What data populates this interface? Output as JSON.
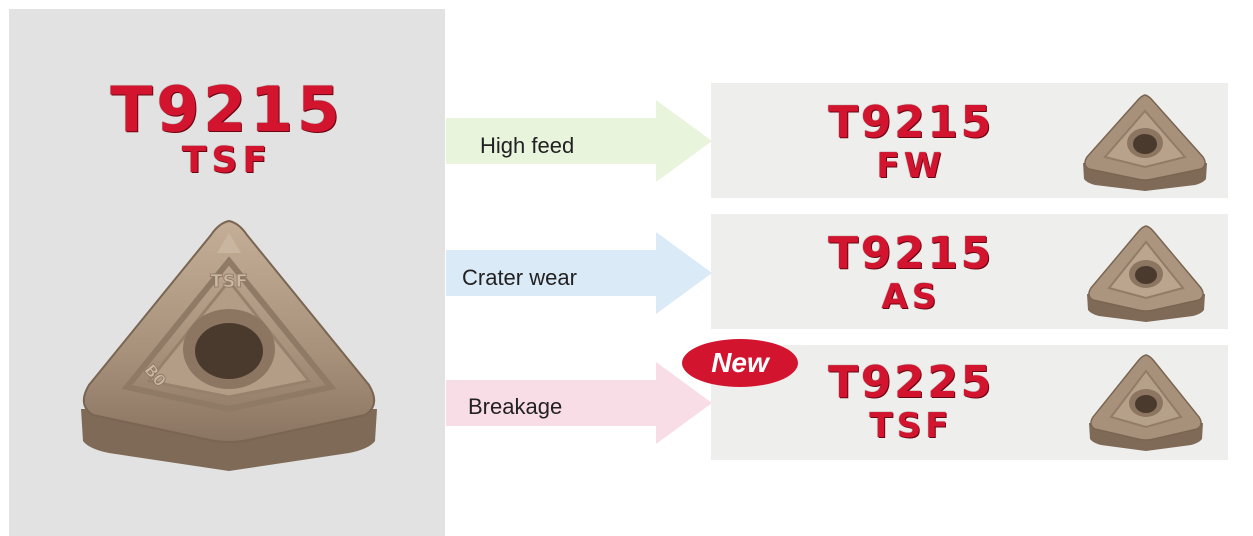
{
  "left": {
    "grade": "T9215",
    "chipbreaker": "TSF",
    "insert_marks": {
      "top": "TSF",
      "left": "B0"
    }
  },
  "paths": [
    {
      "label": "High feed",
      "arrow_color": "#e8f4dc",
      "result": {
        "grade": "T9215",
        "chipbreaker": "FW",
        "new": false
      }
    },
    {
      "label": "Crater wear",
      "arrow_color": "#dbeaf7",
      "result": {
        "grade": "T9215",
        "chipbreaker": "AS",
        "new": false
      }
    },
    {
      "label": "Breakage",
      "arrow_color": "#f9dde6",
      "result": {
        "grade": "T9225",
        "chipbreaker": "TSF",
        "new": true,
        "badge": "New"
      }
    }
  ],
  "colors": {
    "logo_red": "#d2142f",
    "panel_gray": "#e1e2e1",
    "box_gray": "#eeeeed",
    "insert_bronze": "#a8917b"
  }
}
